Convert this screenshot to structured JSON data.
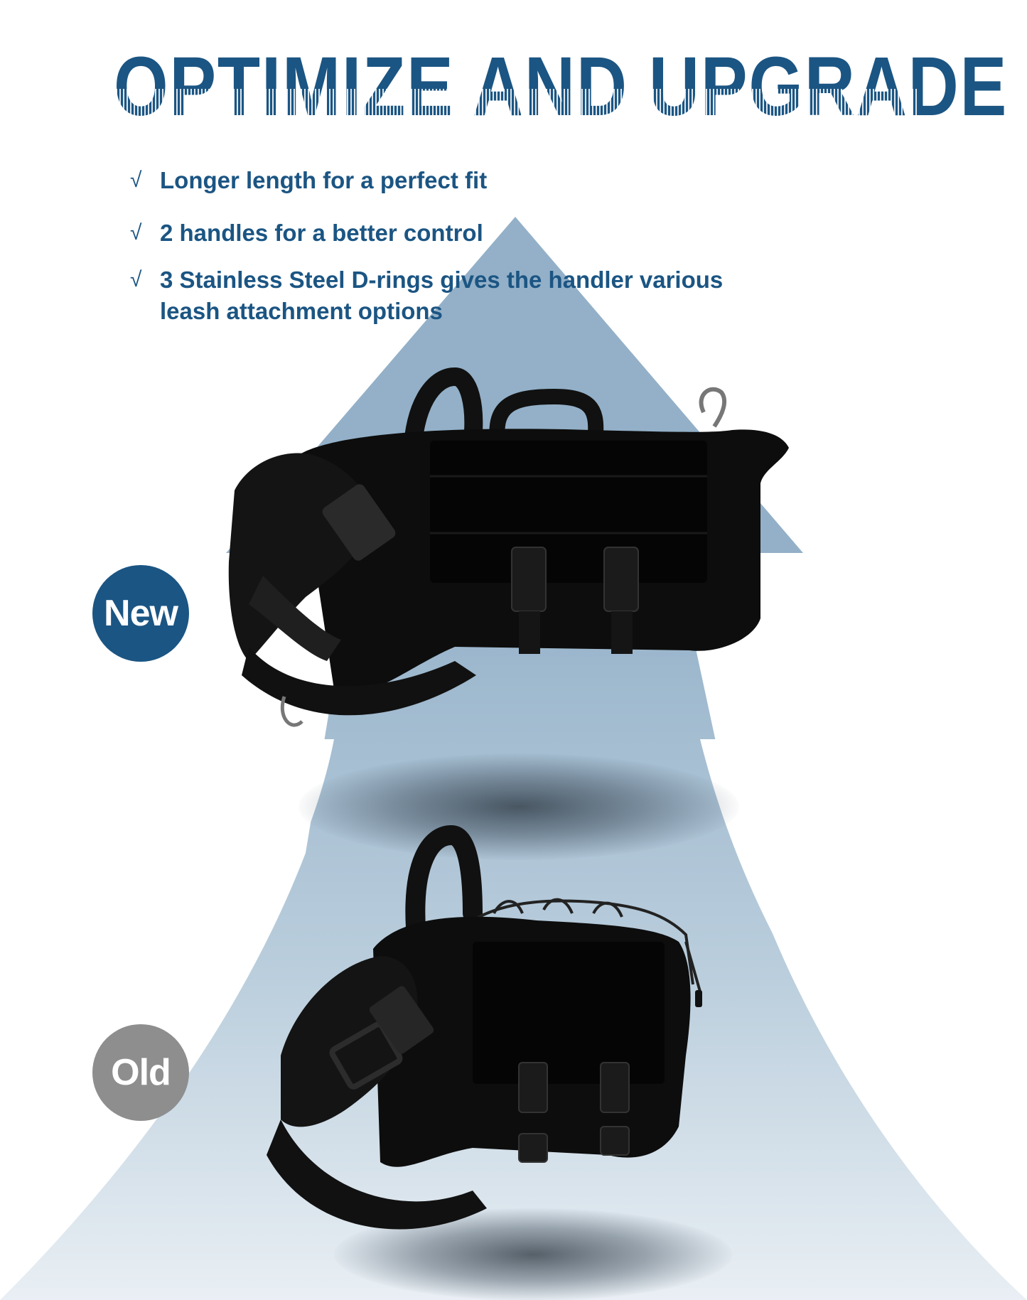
{
  "title": "OPTIMIZE AND UPGRADE",
  "features": [
    {
      "icon": "√",
      "text": "Longer length for a perfect fit"
    },
    {
      "icon": "√",
      "text": "2 handles for a better control"
    },
    {
      "icon": "√",
      "text": "3 Stainless Steel D-rings gives the handler various leash attachment options"
    }
  ],
  "badges": {
    "new": {
      "label": "New",
      "color": "#1b5583"
    },
    "old": {
      "label": "Old",
      "color": "#8e8e8e"
    }
  },
  "products": {
    "new": {
      "description": "black tactical dog harness, new version with 2 handles and 3 D-rings"
    },
    "old": {
      "description": "black tactical dog harness, old version with 1 handle and bungee cords"
    }
  },
  "colors": {
    "brand_blue": "#1b5583",
    "arrow_blue": "#93b0c8",
    "old_gray": "#8e8e8e",
    "background": "#ffffff"
  }
}
